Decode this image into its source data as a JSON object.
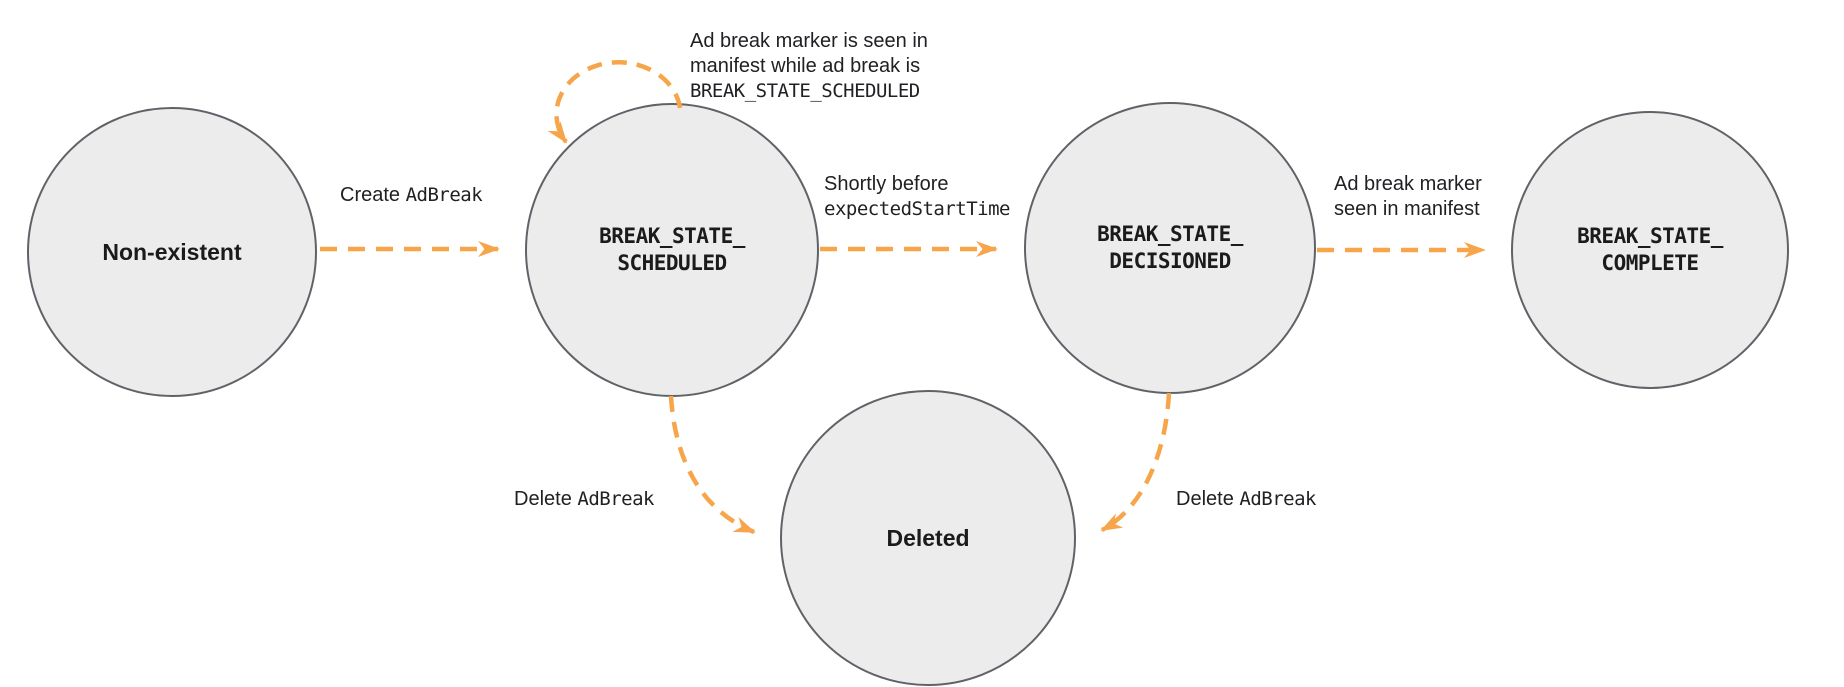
{
  "diagram": {
    "type": "state-diagram",
    "states": [
      {
        "id": "non-existent",
        "lines": [
          "Non-existent"
        ]
      },
      {
        "id": "break-state-scheduled",
        "lines": [
          "BREAK_STATE_",
          "SCHEDULED"
        ]
      },
      {
        "id": "break-state-decisioned",
        "lines": [
          "BREAK_STATE_",
          "DECISIONED"
        ]
      },
      {
        "id": "break-state-complete",
        "lines": [
          "BREAK_STATE_",
          "COMPLETE"
        ]
      },
      {
        "id": "deleted",
        "lines": [
          "Deleted"
        ]
      }
    ],
    "transitions": {
      "create": {
        "from": "non-existent",
        "to": "break-state-scheduled",
        "sans": "Create ",
        "mono": "AdBreak"
      },
      "self_loop": {
        "from": "break-state-scheduled",
        "to": "break-state-scheduled",
        "line1": "Ad break marker is seen in",
        "line2": "manifest while ad break is",
        "line3_mono": "BREAK_STATE_SCHEDULED"
      },
      "to_decisioned": {
        "from": "break-state-scheduled",
        "to": "break-state-decisioned",
        "line1": "Shortly before",
        "line2_mono": "expectedStartTime"
      },
      "to_complete": {
        "from": "break-state-decisioned",
        "to": "break-state-complete",
        "line1": "Ad break marker",
        "line2": "seen in manifest"
      },
      "delete_from_scheduled": {
        "from": "break-state-scheduled",
        "to": "deleted",
        "sans": "Delete ",
        "mono": "AdBreak"
      },
      "delete_from_decisioned": {
        "from": "break-state-decisioned",
        "to": "deleted",
        "sans": "Delete ",
        "mono": "AdBreak"
      }
    },
    "colors": {
      "arrow": "#F7A54B",
      "state_fill": "#ECECEC",
      "state_border": "#5F6368",
      "text": "#202124"
    }
  }
}
